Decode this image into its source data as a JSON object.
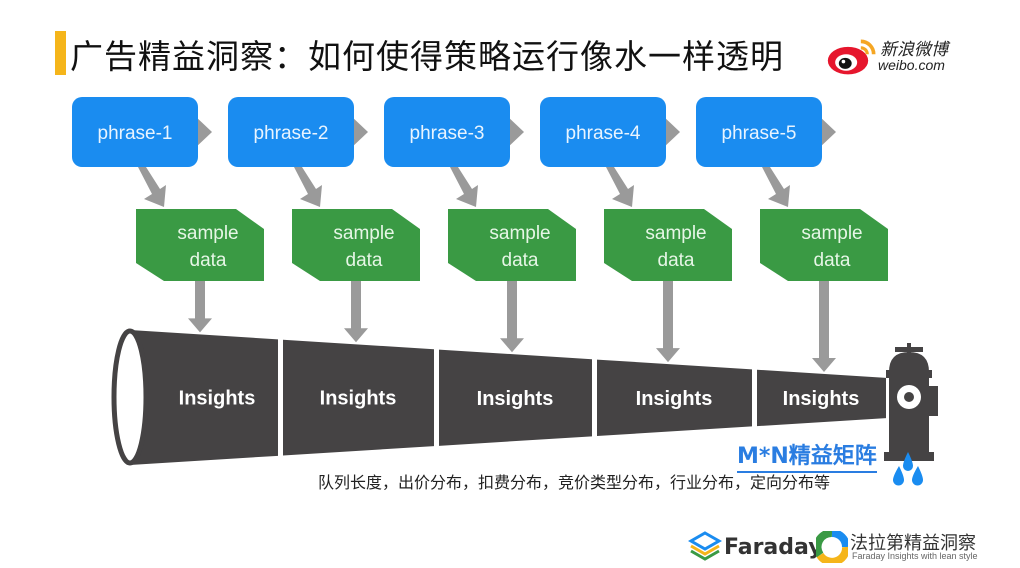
{
  "header": {
    "title": "广告精益洞察：如何使得策略运行像水一样透明",
    "accent_color": "#f5b51a"
  },
  "weibo_logo": {
    "icon": "weibo-eye-icon",
    "name_cn": "新浪微博",
    "name_en": "weibo.com"
  },
  "diagram": {
    "phrases": [
      {
        "label": "phrase-1"
      },
      {
        "label": "phrase-2"
      },
      {
        "label": "phrase-3"
      },
      {
        "label": "phrase-4"
      },
      {
        "label": "phrase-5"
      }
    ],
    "samples": [
      {
        "line1": "sample",
        "line2": "data"
      },
      {
        "line1": "sample",
        "line2": "data"
      },
      {
        "line1": "sample",
        "line2": "data"
      },
      {
        "line1": "sample",
        "line2": "data"
      },
      {
        "line1": "sample",
        "line2": "data"
      }
    ],
    "insights": [
      {
        "label": "Insights"
      },
      {
        "label": "Insights"
      },
      {
        "label": "Insights"
      },
      {
        "label": "Insights"
      },
      {
        "label": "Insights"
      }
    ],
    "colors": {
      "phrase": "#1a8cf0",
      "sample": "#3a9a44",
      "arrow": "#9a9a9a",
      "pipe": "#454344",
      "water": "#1a8cf0"
    },
    "end_icon": "fire-hydrant-icon",
    "drops_icon": "water-drops-icon"
  },
  "matrix": {
    "title": "M*N精益矩阵",
    "description": "队列长度，出价分布，扣费分布，竞价类型分布，行业分布，定向分布等"
  },
  "footer": {
    "brand_name": "Faraday",
    "brand_icon": "faraday-layers-icon",
    "partner_icon": "faraday-ring-icon",
    "partner_cn": "法拉第精益洞察",
    "partner_en": "Faraday Insights with lean style"
  }
}
